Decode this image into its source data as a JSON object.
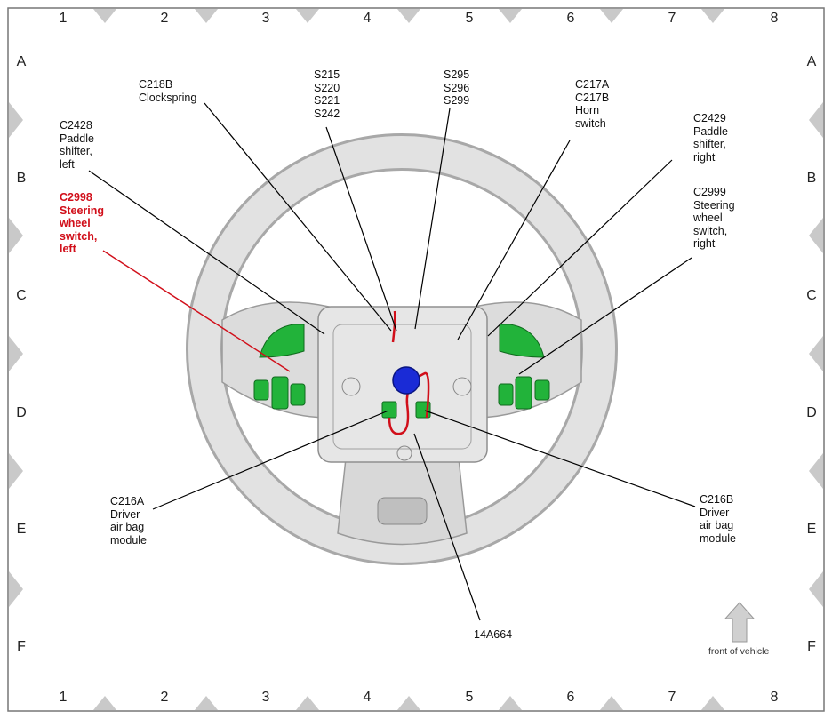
{
  "grid": {
    "columns": [
      "1",
      "2",
      "3",
      "4",
      "5",
      "6",
      "7",
      "8"
    ],
    "rows": [
      "A",
      "B",
      "C",
      "D",
      "E",
      "F"
    ]
  },
  "labels": {
    "c218b": "C218B\nClockspring",
    "s215": "S215\nS220\nS221\nS242",
    "s295": "S295\nS296\nS299",
    "c217": "C217A\nC217B\nHorn\nswitch",
    "c2428": "C2428\nPaddle\nshifter,\nleft",
    "c2998": "C2998\nSteering\nwheel\nswitch,\nleft",
    "c2429": "C2429\nPaddle\nshifter,\nright",
    "c2999": "C2999\nSteering\nwheel\nswitch,\nright",
    "c216a": "C216A\nDriver\nair bag\nmodule",
    "c216b": "C216B\nDriver\nair bag\nmodule",
    "harness": "14A664",
    "front": "front of vehicle"
  },
  "colors": {
    "highlight": "#d10f1a",
    "connector_green": "#22b33a",
    "center_blue": "#1a2bd6",
    "wheel_gray": "#d9d9d9"
  }
}
